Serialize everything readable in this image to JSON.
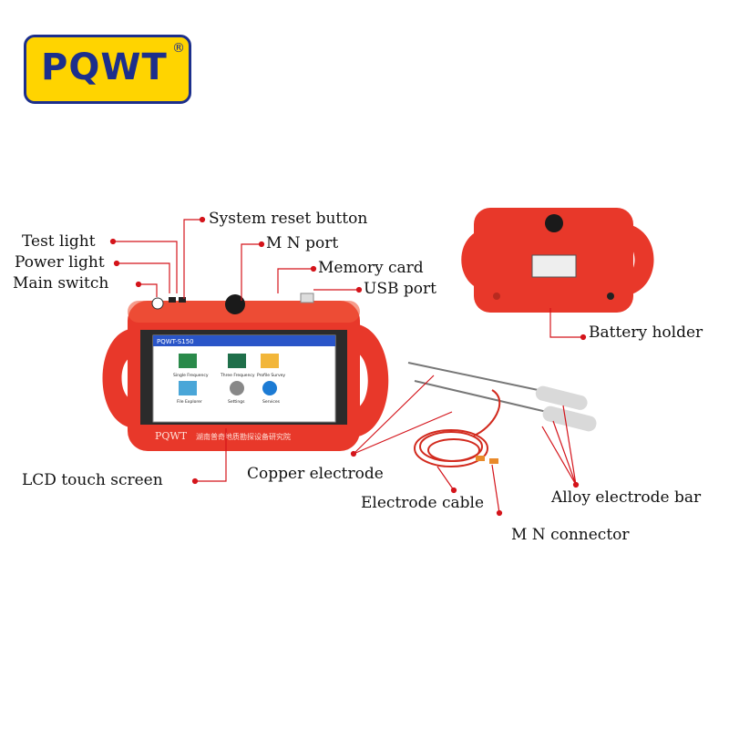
{
  "brand": {
    "name": "PQWT",
    "registered": "®"
  },
  "labels": {
    "system_reset_button": "System reset button",
    "test_light": "Test light",
    "mn_port": "M N port",
    "power_light": "Power light",
    "memory_card": "Memory card",
    "main_switch": "Main switch",
    "usb_port": "USB port",
    "battery_holder": "Battery holder",
    "lcd_touch_screen": "LCD touch screen",
    "copper_electrode": "Copper electrode",
    "alloy_electrode_bar": "Alloy electrode bar",
    "electrode_cable": "Electrode cable",
    "mn_connector": "M N connector"
  },
  "device": {
    "model": "PQWT-S150",
    "front_brand": "PQWT",
    "front_chinese": "湖南普奇地质勘探设备研究院",
    "menu": [
      {
        "label": "Single Frequency",
        "icon": "chart-icon"
      },
      {
        "label": "Three Frequency",
        "icon": "book-icon"
      },
      {
        "label": "Profile Survey",
        "icon": "folder-icon"
      },
      {
        "label": "File Explorer",
        "icon": "file-icon"
      },
      {
        "label": "Settings",
        "icon": "gear-icon"
      },
      {
        "label": "Services",
        "icon": "phone-icon"
      }
    ]
  },
  "colors": {
    "device_red": "#e8382a",
    "logo_yellow": "#ffd400",
    "logo_blue": "#1c2f8c",
    "leader_red": "#d4141b",
    "screen_blue": "#2a55c8"
  }
}
